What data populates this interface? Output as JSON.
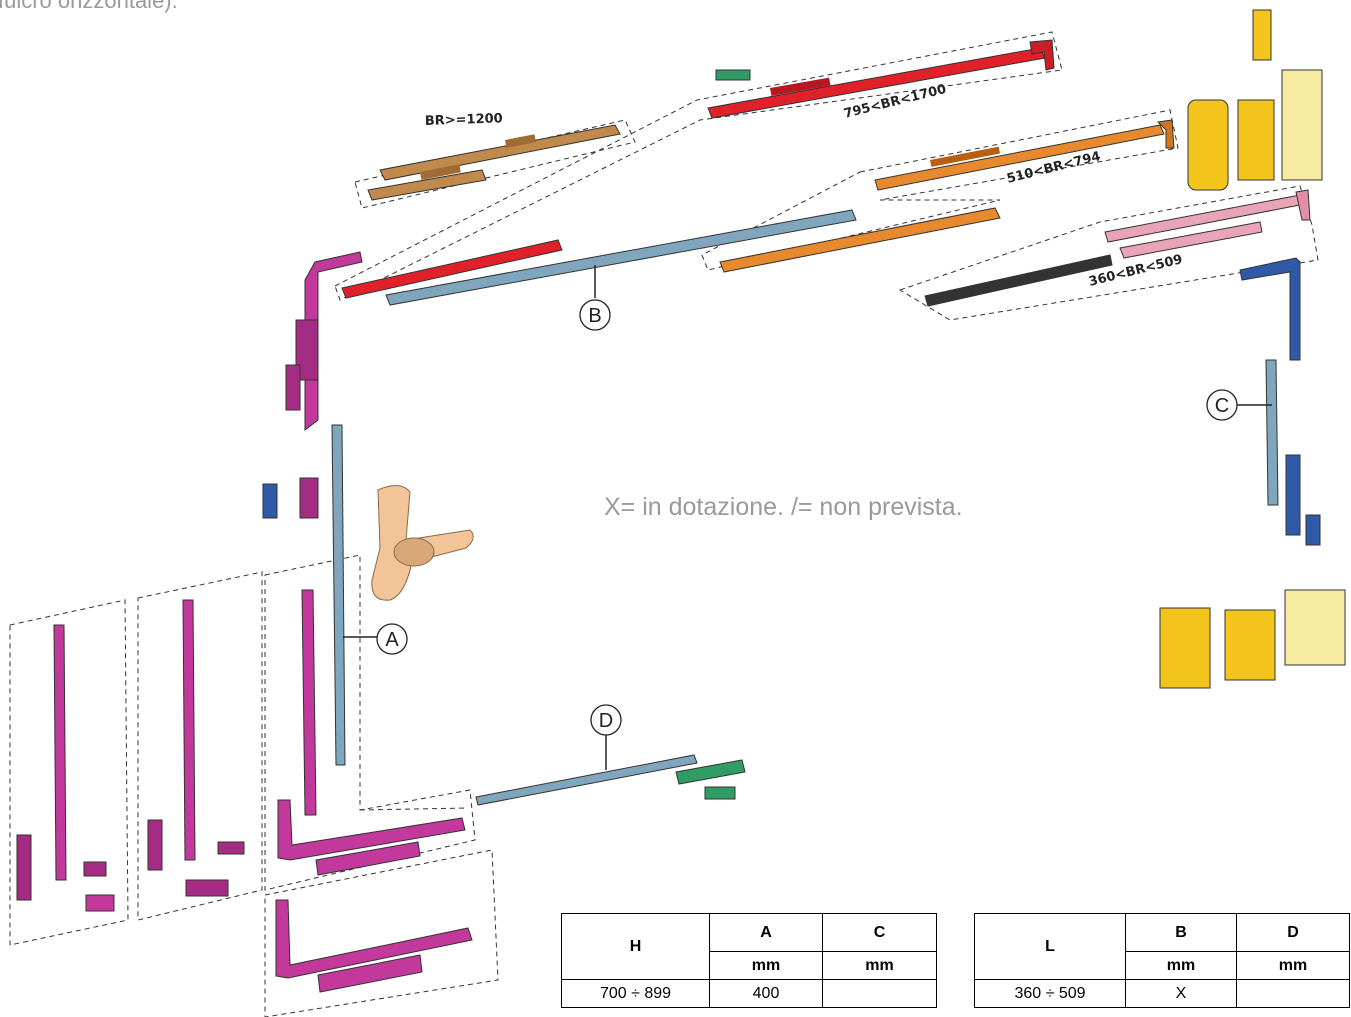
{
  "top_caption": "fulcro orizzontale).",
  "note": "X= in dotazione. /= non prevista.",
  "callouts": {
    "a": "A",
    "b": "B",
    "c": "C",
    "d": "D"
  },
  "range_labels": {
    "r1": "BR>=1200",
    "r2": "795<BR<1700",
    "r3": "510<BR<794",
    "r4": "360<BR<509"
  },
  "table_h": {
    "headers": [
      "H",
      "A",
      "C"
    ],
    "units": [
      "mm",
      "mm"
    ],
    "rows": [
      [
        "700 ÷ 899",
        "400",
        ""
      ]
    ]
  },
  "table_l": {
    "headers": [
      "L",
      "B",
      "D"
    ],
    "units": [
      "mm",
      "mm"
    ],
    "rows": [
      [
        "360 ÷ 509",
        "X",
        ""
      ]
    ]
  },
  "colors": {
    "magenta": "#c3399b",
    "red": "#e0212a",
    "orange": "#e8892e",
    "bronze": "#c08a4c",
    "pink": "#eaa4b8",
    "blue": "#2e5aa8",
    "rod": "#7fa6bd",
    "green": "#2f9c63",
    "yellow": "#f2c41c",
    "cream": "#f6eba0",
    "handle": "#f2c599"
  }
}
